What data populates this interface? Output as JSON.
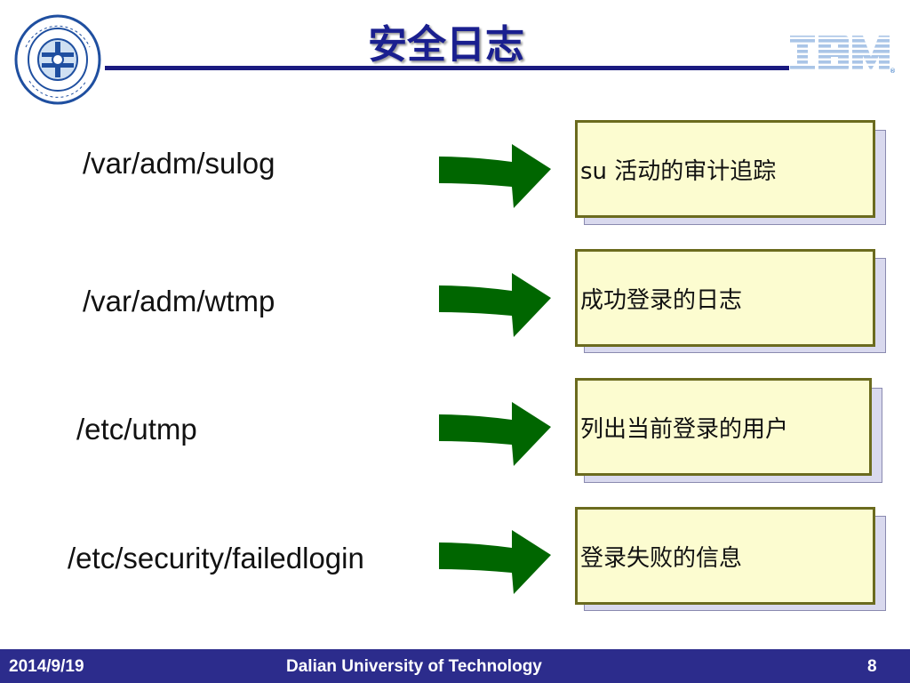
{
  "slide": {
    "title": "安全日志",
    "logo_left_alt": "DALIAN UNIVERSITY OF TECHNOLOGY 1949 大连理工大学",
    "logo_right_text": "IBM"
  },
  "rows": [
    {
      "path": "/var/adm/sulog",
      "description": "su 活动的审计追踪"
    },
    {
      "path": "/var/adm/wtmp",
      "description": "成功登录的日志"
    },
    {
      "path": "/etc/utmp",
      "description": "列出当前登录的用户"
    },
    {
      "path": "/etc/security/failedlogin",
      "description": "登录失败的信息"
    }
  ],
  "footer": {
    "date": "2014/9/19",
    "university": "Dalian University of Technology",
    "page_number": "8"
  },
  "colors": {
    "title": "#1a1f8f",
    "footer_bg": "#2c2c8c",
    "arrow": "#006600",
    "box_fill": "#fcfcd0",
    "box_border": "#6b6b1e"
  },
  "icons": {
    "left_logo": "university-seal-icon",
    "right_logo": "ibm-logo-icon",
    "arrow": "right-arrow-icon"
  }
}
